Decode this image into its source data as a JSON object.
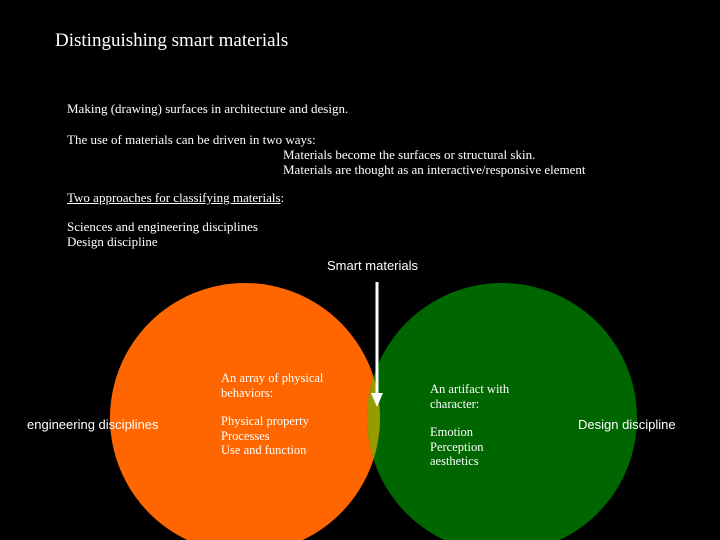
{
  "title": "Distinguishing smart materials",
  "intro": {
    "line1": "Making (drawing) surfaces in architecture and design.",
    "ways_heading": "The use of materials can be driven in two ways:",
    "ways": [
      "Materials become  the surfaces or structural skin.",
      "Materials are thought as an interactive/responsive element"
    ],
    "approaches_heading": "Two approaches for classifying materials",
    "approaches_colon": ":",
    "approaches": [
      "Sciences and engineering disciplines",
      "Design discipline"
    ]
  },
  "diagram": {
    "smart_label": "Smart materials",
    "left_outer_label": "engineering disciplines",
    "right_outer_label": "Design discipline",
    "left_circle": {
      "heading": [
        "An array of physical",
        "behaviors:"
      ],
      "items": [
        "Physical property",
        "Processes",
        "Use and function"
      ]
    },
    "right_circle": {
      "heading": [
        "An artifact with",
        "character:"
      ],
      "items": [
        "Emotion",
        "Perception",
        "aesthetics"
      ]
    },
    "colors": {
      "background": "#000000",
      "left_circle": "#ff6600",
      "right_circle": "#006600",
      "overlap": "#999900",
      "arrow": "#ffffff",
      "text": "#ffffff"
    }
  }
}
